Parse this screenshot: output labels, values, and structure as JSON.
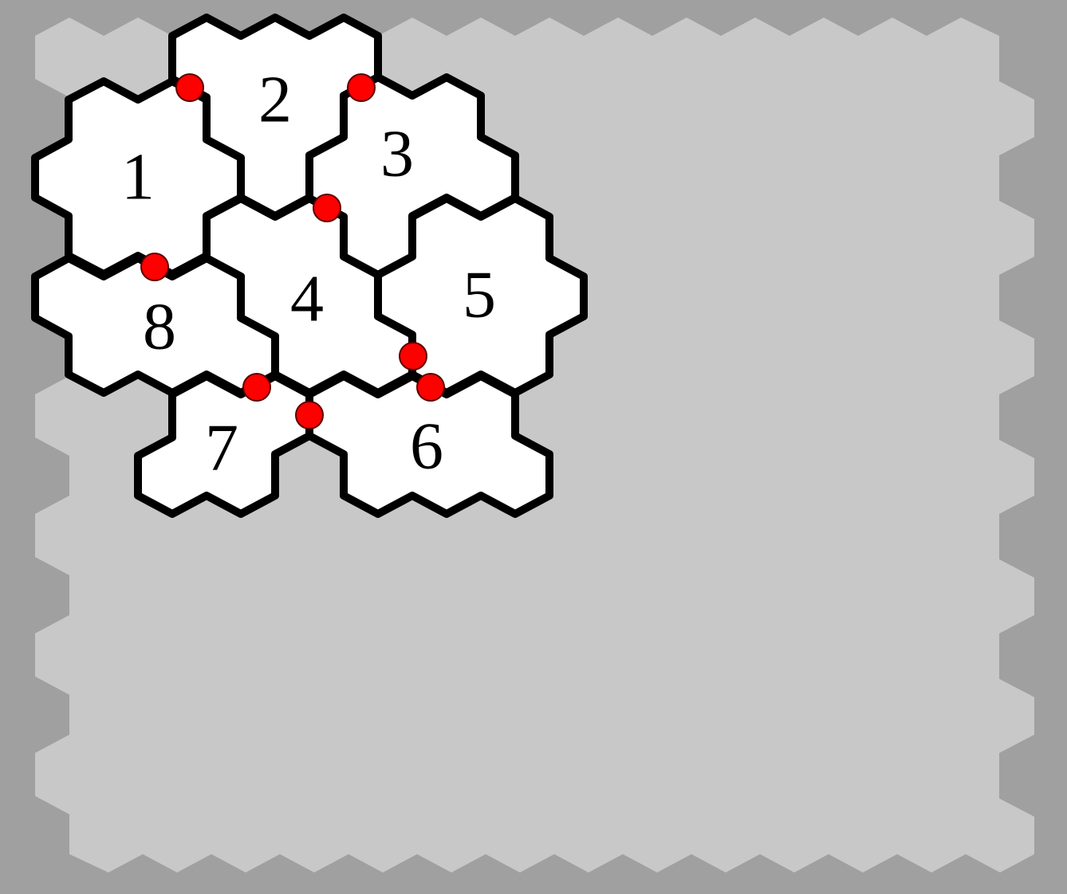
{
  "puzzle": {
    "background_color": "#a0a0a0",
    "area_color": "#c8c8c8",
    "piece_fill": "#ffffff",
    "piece_outline": "#000000",
    "connector_color": "#ff0000"
  },
  "pieces": [
    {
      "id": "piece-1",
      "label": "1"
    },
    {
      "id": "piece-2",
      "label": "2"
    },
    {
      "id": "piece-3",
      "label": "3"
    },
    {
      "id": "piece-4",
      "label": "4"
    },
    {
      "id": "piece-5",
      "label": "5"
    },
    {
      "id": "piece-6",
      "label": "6"
    },
    {
      "id": "piece-7",
      "label": "7"
    },
    {
      "id": "piece-8",
      "label": "8"
    }
  ],
  "connectors": [
    {
      "id": "connector-1-2"
    },
    {
      "id": "connector-2-3"
    },
    {
      "id": "connector-3-4"
    },
    {
      "id": "connector-1-8"
    },
    {
      "id": "connector-4-5"
    },
    {
      "id": "connector-5-6"
    },
    {
      "id": "connector-4-7"
    },
    {
      "id": "connector-4-6"
    }
  ]
}
